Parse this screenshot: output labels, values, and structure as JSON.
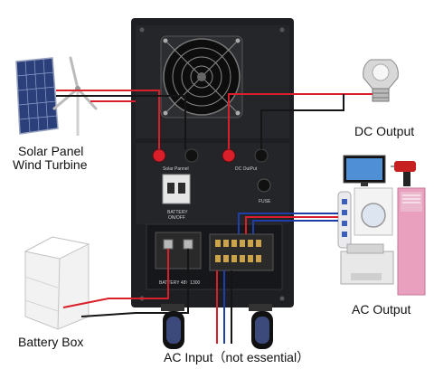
{
  "labels": {
    "solar_panel": "Solar Panel",
    "wind_turbine": "Wind Turbine",
    "dc_output": "DC Output",
    "ac_output": "AC Output",
    "battery_box": "Battery Box",
    "ac_input": "AC Input（not essential）"
  },
  "panel_text": {
    "solar_panel": "Solar Pannel",
    "dc_output": "DC OutPut",
    "battery_onoff_1": "BATTERY",
    "battery_onoff_2": "ON/OFF",
    "fuse": "FUSE",
    "battery_terminal": "BATTERY 48V 1300"
  },
  "colors": {
    "cabinet": "#1d1f22",
    "wire_red": "#d81f2a",
    "wire_black": "#151515",
    "wire_blue": "#1f3fa8",
    "battery_box": "#f2f2f2",
    "panel_blue": "#2b3f7a",
    "fridge_pink": "#e9a0be"
  },
  "icons": [
    "solar-panel-icon",
    "wind-turbine-icon",
    "led-bulb-icon",
    "tv-icon",
    "drill-icon",
    "washing-machine-icon",
    "printer-icon",
    "fridge-icon",
    "power-strip-icon",
    "fan-icon",
    "breaker-icon",
    "wheel-icon"
  ]
}
